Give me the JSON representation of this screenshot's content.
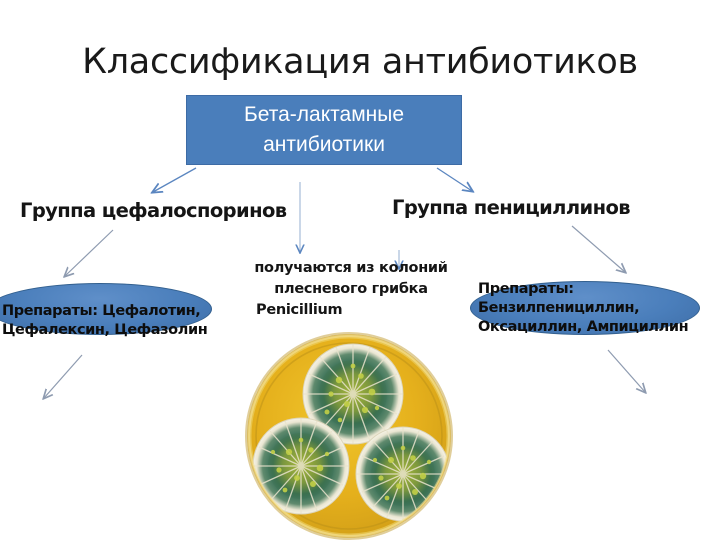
{
  "slide": {
    "title": "Классификация антибиотиков",
    "background_color": "#ffffff"
  },
  "top_box": {
    "line1": "Бета-лактамные",
    "line2": "антибиотики",
    "fill_color": "#4a7ebb",
    "text_color": "#ffffff"
  },
  "groups": {
    "left": {
      "heading": "Группа цефалоспоринов",
      "drugs_line1": "Препараты: Цефалотин,",
      "drugs_line2": "Цефалексин, Цефазолин",
      "ellipse_color": "#4a7ebb"
    },
    "right": {
      "heading": "Группа пенициллинов",
      "drugs_line1": "Препараты:",
      "drugs_line2": "Бензилпенициллин,",
      "drugs_line3": "Оксациллин, Ампициллин",
      "ellipse_color": "#4a7ebb"
    }
  },
  "center_caption": {
    "line1": "получаются из колоний",
    "line2": "плесневого грибка",
    "line3": "Penicillium"
  },
  "photo": {
    "alt_name": "petri-dish-penicillium-colonies",
    "agar_color": "#e8b623",
    "colony_ring_color": "#f4f0df",
    "colony_green_color": "#2f6b52",
    "colony_center_color": "#9cb33a",
    "colony_count": 3
  },
  "arrows": {
    "color": "#4a7ebb",
    "items": [
      {
        "name": "arrow-box-to-cephalosporins",
        "direction": "down-left"
      },
      {
        "name": "arrow-box-to-penicillins",
        "direction": "down-right"
      },
      {
        "name": "arrow-box-to-center-caption",
        "direction": "down"
      },
      {
        "name": "arrow-cephalosporins-to-drugs",
        "direction": "down-left"
      },
      {
        "name": "arrow-penicillins-to-drugs",
        "direction": "down-right"
      },
      {
        "name": "arrow-left-drugs-down",
        "direction": "down-left"
      },
      {
        "name": "arrow-right-drugs-down",
        "direction": "down-right"
      },
      {
        "name": "arrow-caption-to-photo",
        "direction": "down"
      }
    ]
  }
}
